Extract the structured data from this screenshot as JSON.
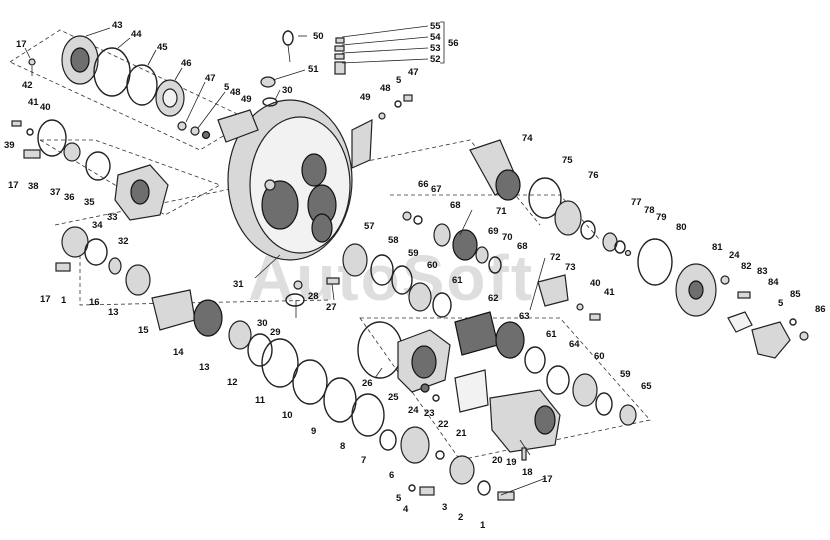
{
  "watermark": "AutoSoft",
  "callouts": {
    "c1a": "1",
    "c1b": "1",
    "c2": "2",
    "c3": "3",
    "c4": "4",
    "c5a": "5",
    "c5b": "5",
    "c5c": "5",
    "c5d": "5",
    "c6": "6",
    "c7": "7",
    "c8": "8",
    "c9": "9",
    "c10": "10",
    "c11": "11",
    "c12": "12",
    "c13a": "13",
    "c13b": "13",
    "c14": "14",
    "c15": "15",
    "c16": "16",
    "c17a": "17",
    "c17b": "17",
    "c17c": "17",
    "c17d": "17",
    "c18": "18",
    "c19": "19",
    "c20": "20",
    "c21": "21",
    "c22": "22",
    "c23": "23",
    "c24a": "24",
    "c24b": "24",
    "c25": "25",
    "c26": "26",
    "c27": "27",
    "c28": "28",
    "c29": "29",
    "c30a": "30",
    "c30b": "30",
    "c31": "31",
    "c32": "32",
    "c33": "33",
    "c34": "34",
    "c35": "35",
    "c36": "36",
    "c37": "37",
    "c38": "38",
    "c39": "39",
    "c40a": "40",
    "c40b": "40",
    "c41a": "41",
    "c41b": "41",
    "c42": "42",
    "c43": "43",
    "c44": "44",
    "c45": "45",
    "c46": "46",
    "c47a": "47",
    "c47b": "47",
    "c48a": "48",
    "c48b": "48",
    "c49a": "49",
    "c49b": "49",
    "c50": "50",
    "c51": "51",
    "c52": "52",
    "c53": "53",
    "c54": "54",
    "c55": "55",
    "c56": "56",
    "c57": "57",
    "c58": "58",
    "c59a": "59",
    "c59b": "59",
    "c60a": "60",
    "c60b": "60",
    "c61a": "61",
    "c61b": "61",
    "c62": "62",
    "c63": "63",
    "c64": "64",
    "c65": "65",
    "c66": "66",
    "c67": "67",
    "c68a": "68",
    "c68b": "68",
    "c69": "69",
    "c70": "70",
    "c71": "71",
    "c72": "72",
    "c73": "73",
    "c74": "74",
    "c75": "75",
    "c76": "76",
    "c77": "77",
    "c78": "78",
    "c79": "79",
    "c80": "80",
    "c81": "81",
    "c82": "82",
    "c83": "83",
    "c84": "84",
    "c85": "85",
    "c86": "86"
  }
}
